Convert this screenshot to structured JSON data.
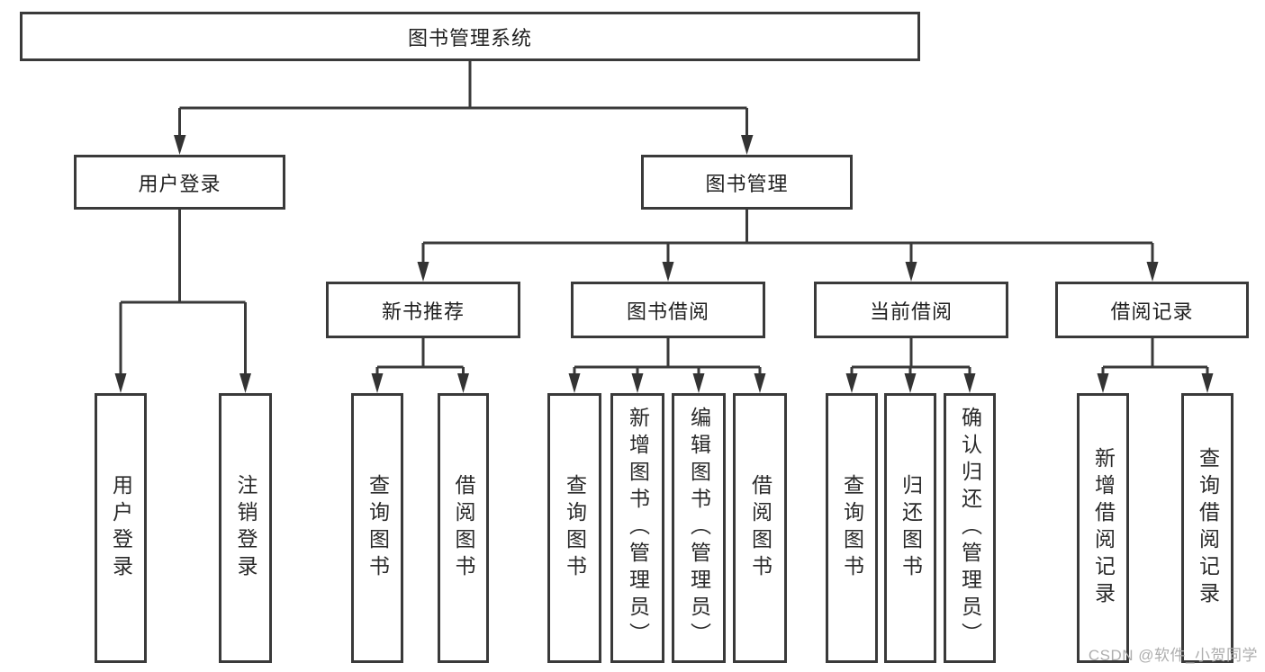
{
  "diagram": {
    "type": "tree-structure-chart",
    "nodes": {
      "root": {
        "label": "图书管理系统"
      },
      "level2": [
        {
          "label": "用户登录"
        },
        {
          "label": "图书管理"
        }
      ],
      "level3": [
        {
          "label": "新书推荐"
        },
        {
          "label": "图书借阅"
        },
        {
          "label": "当前借阅"
        },
        {
          "label": "借阅记录"
        }
      ],
      "leaves": {
        "userLogin": [
          {
            "label": "用户登录"
          },
          {
            "label": "注销登录"
          }
        ],
        "newBookRec": [
          {
            "label": "查询图书"
          },
          {
            "label": "借阅图书"
          }
        ],
        "bookBorrow": [
          {
            "label": "查询图书"
          },
          {
            "label": "新增图书（管理员）"
          },
          {
            "label": "编辑图书（管理员）"
          },
          {
            "label": "借阅图书"
          }
        ],
        "currentBorrow": [
          {
            "label": "查询图书"
          },
          {
            "label": "归还图书"
          },
          {
            "label": "确认归还（管理员）"
          }
        ],
        "borrowRecords": [
          {
            "label": "新增借阅记录"
          },
          {
            "label": "查询借阅记录"
          }
        ]
      }
    },
    "colors": {
      "line": "#3a3a3a",
      "box_border": "#3a3a3a",
      "box_fill": "#ffffff",
      "text": "#1f1f1f",
      "background": "#ffffff",
      "watermark": "#aeaeae"
    }
  },
  "watermark": {
    "text": "CSDN @软件_小贺同学"
  }
}
